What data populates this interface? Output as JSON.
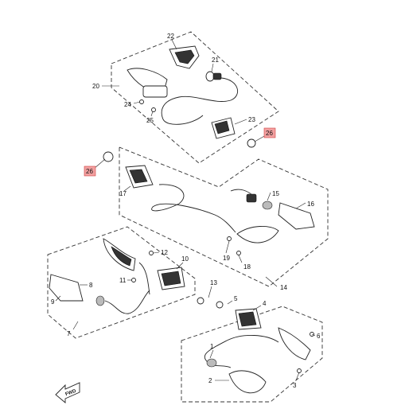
{
  "labels": {
    "l1": "1",
    "l2": "2",
    "l3": "3",
    "l4": "4",
    "l5": "5",
    "l6": "6",
    "l7": "7",
    "l8": "8",
    "l9": "9",
    "l10": "10",
    "l11": "11",
    "l12": "12",
    "l13": "13",
    "l14": "14",
    "l15": "15",
    "l16": "16",
    "l17": "17",
    "l18": "18",
    "l19": "19",
    "l20": "20",
    "l21": "21",
    "l22": "22",
    "l23": "23",
    "l24": "24",
    "l25": "25",
    "l26a": "26",
    "l26b": "26"
  },
  "fwd_label": "FWD",
  "colors": {
    "highlight": "#f2a0a0",
    "line": "#222222"
  }
}
